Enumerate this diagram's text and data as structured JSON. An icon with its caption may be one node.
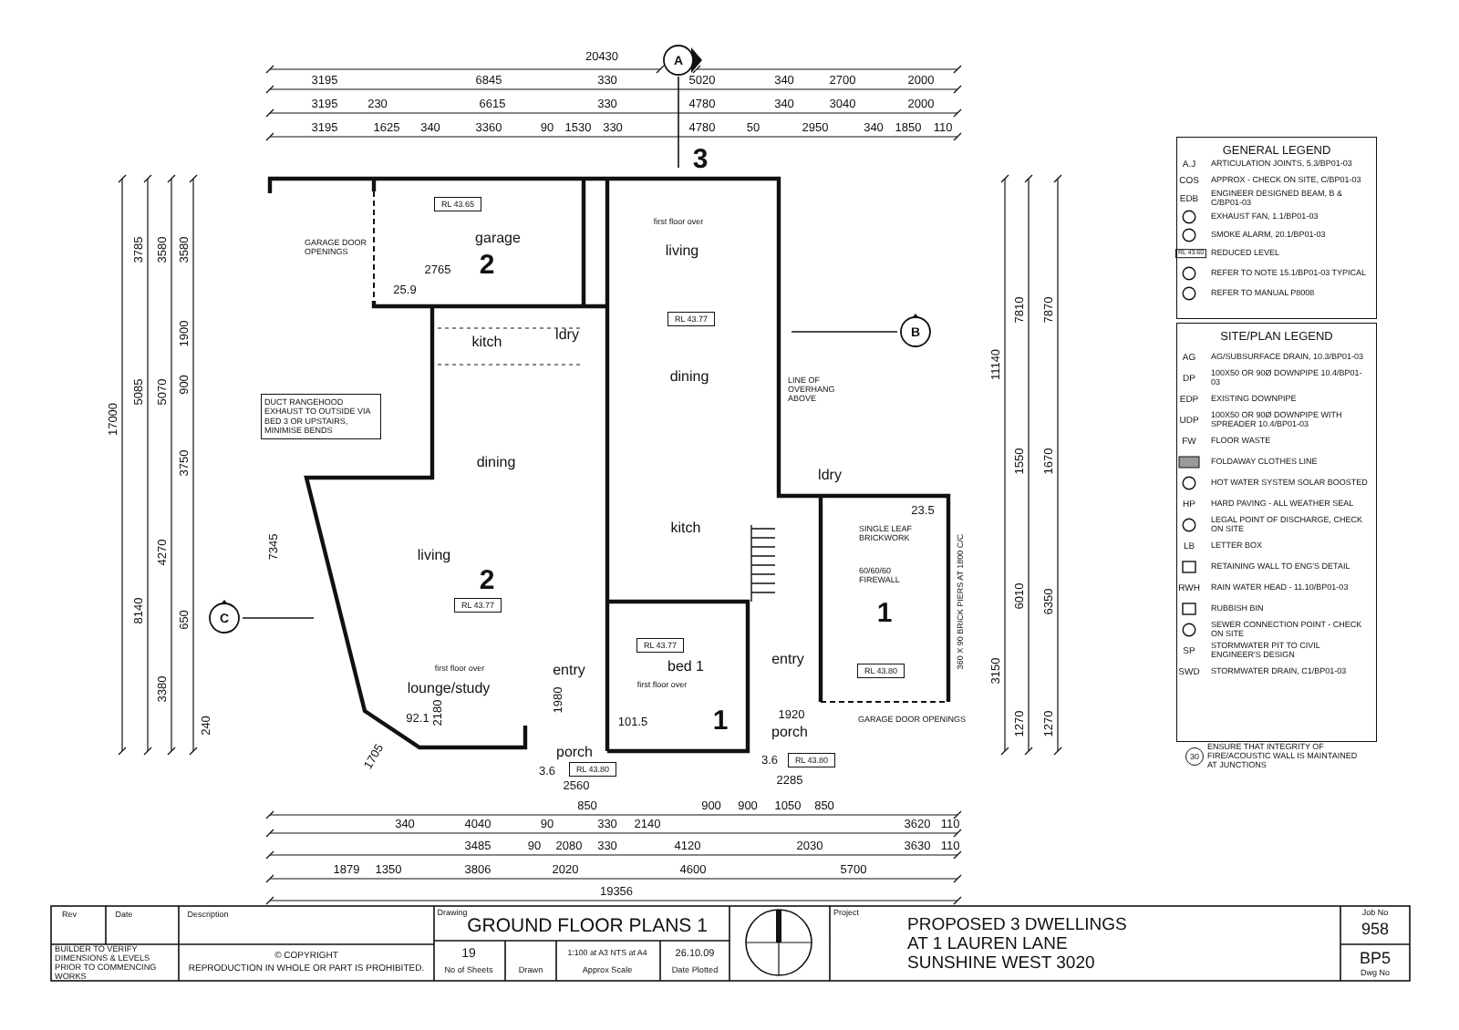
{
  "diagram": {
    "title": "GROUND FLOOR PLANS 1",
    "nodes": [
      {
        "text": [
          "A"
        ]
      },
      {
        "text": [
          "RL 43.65"
        ]
      },
      {
        "text": [
          "GENERAL LEGEND"
        ]
      },
      {
        "text": [
          "RL 43.77"
        ]
      },
      {
        "text": [
          "B"
        ]
      },
      {
        "text": [
          "SITE/PLAN LEGEND"
        ]
      },
      {
        "text": [
          "DUCT RANGEHOOD EXHAUST TO OUTSIDE VIA BED 3 OR UPSTAIRS, MINIMISE BENDS"
        ]
      },
      {
        "text": [
          "RL 43.77"
        ]
      },
      {
        "text": [
          "C"
        ]
      },
      {
        "text": [
          "RL 43.77"
        ]
      },
      {
        "text": [
          "RL 43.80"
        ]
      },
      {
        "text": [
          "30"
        ]
      },
      {
        "text": [
          "RL 43.80"
        ]
      },
      {
        "text": [
          "RL 43.80"
        ]
      }
    ],
    "labels": [
      "20430",
      "3195",
      "6845",
      "330",
      "5020",
      "340",
      "2700",
      "2000",
      "3195",
      "230",
      "6615",
      "330",
      "4780",
      "340",
      "3040",
      "2000",
      "3195",
      "1625",
      "340",
      "3360",
      "90",
      "1530",
      "330",
      "4780",
      "50",
      "2950",
      "340",
      "1850",
      "110",
      "17000",
      "3785",
      "5085",
      "8140",
      "3580",
      "5070",
      "4270",
      "3380",
      "3580",
      "1900",
      "900",
      "3750",
      "650",
      "240",
      "11140",
      "7810",
      "7870",
      "1550",
      "1670",
      "6010",
      "6350",
      "3150",
      "1270",
      "1270",
      "850",
      "900",
      "900",
      "1050",
      "850",
      "340",
      "4040",
      "90",
      "330",
      "2140",
      "3620",
      "110",
      "3485",
      "90",
      "2080",
      "330",
      "4120",
      "2030",
      "3630",
      "110",
      "1879",
      "1350",
      "3806",
      "2020",
      "4600",
      "5700",
      "19356",
      "3",
      "GARAGE DOOR OPENINGS",
      "garage",
      "2",
      "first floor over",
      "living",
      "2765",
      "25.9",
      "kitch",
      "ldry",
      "dining",
      "LINE OF OVERHANG ABOVE",
      "dining",
      "kitch",
      "ldry",
      "23.5",
      "SINGLE LEAF BRICKWORK",
      "living",
      "2",
      "60/60/60 FIREWALL",
      "1",
      "360 X 90 BRICK PIERS AT 1800 C/C",
      "7345",
      "bed 1",
      "entry",
      "first floor over",
      "entry",
      "first floor over",
      "lounge/study",
      "1980",
      "2180",
      "92.1",
      "1",
      "101.5",
      "GARAGE DOOR OPENINGS",
      "1920",
      "porch",
      "3.6",
      "porch",
      "1705",
      "3.6",
      "2285",
      "2560",
      "ENSURE THAT INTEGRITY OF FIRE/ACOUSTIC WALL IS MAINTAINED AT JUNCTIONS",
      "A.J",
      "COS",
      "EDB",
      "RL 43.60",
      "AG",
      "DP",
      "EDP",
      "UDP",
      "FW",
      "HP",
      "LB",
      "RWH",
      "SP",
      "SWD",
      "Rev",
      "Date",
      "Description",
      "Drawing",
      "BUILDER TO VERIFY DIMENSIONS & LEVELS PRIOR TO COMMENCING WORKS",
      "© COPYRIGHT",
      "REPRODUCTION IN WHOLE OR PART IS PROHIBITED.",
      "19",
      "No of Sheets",
      "Drawn",
      "1:100 at A3  NTS at A4",
      "Approx Scale",
      "26.10.09",
      "Date Plotted",
      "Project",
      "PROPOSED 3 DWELLINGS AT 1 LAUREN LANE SUNSHINE WEST 3020",
      "Job No",
      "958",
      "BP5",
      "Dwg No"
    ],
    "legend": [
      {
        "text": "ARTICULATION JOINTS, 5.3/BP01-03"
      },
      {
        "text": "APPROX - CHECK ON SITE, C/BP01-03"
      },
      {
        "text": "ENGINEER DESIGNED BEAM, B & C/BP01-03"
      },
      {
        "text": "EXHAUST FAN, 1.1/BP01-03"
      },
      {
        "text": "SMOKE ALARM, 20.1/BP01-03"
      },
      {
        "text": "REDUCED LEVEL"
      },
      {
        "text": "REFER TO NOTE 15.1/BP01-03 TYPICAL"
      },
      {
        "text": "REFER TO MANUAL P8008"
      },
      {
        "text": "AG/SUBSURFACE DRAIN, 10.3/BP01-03"
      },
      {
        "text": "100X50 OR 90Ø DOWNPIPE 10.4/BP01-03"
      },
      {
        "text": "EXISTING DOWNPIPE"
      },
      {
        "text": "100X50 OR 90Ø DOWNPIPE WITH SPREADER 10.4/BP01-03"
      },
      {
        "text": "FLOOR WASTE"
      },
      {
        "text": "FOLDAWAY CLOTHES LINE"
      },
      {
        "text": "HOT WATER SYSTEM SOLAR BOOSTED"
      },
      {
        "text": "HARD PAVING - ALL WEATHER SEAL"
      },
      {
        "text": "LEGAL POINT OF DISCHARGE, CHECK ON SITE"
      },
      {
        "text": "LETTER BOX"
      },
      {
        "text": "RETAINING WALL TO ENG'S DETAIL"
      },
      {
        "text": "RAIN WATER HEAD - 11.10/BP01-03"
      },
      {
        "text": "RUBBISH BIN"
      },
      {
        "text": "SEWER CONNECTION POINT - CHECK ON SITE"
      },
      {
        "text": "STORMWATER PIT TO CIVIL ENGINEER'S DESIGN"
      },
      {
        "text": "STORMWATER DRAIN, C1/BP01-03"
      }
    ]
  }
}
